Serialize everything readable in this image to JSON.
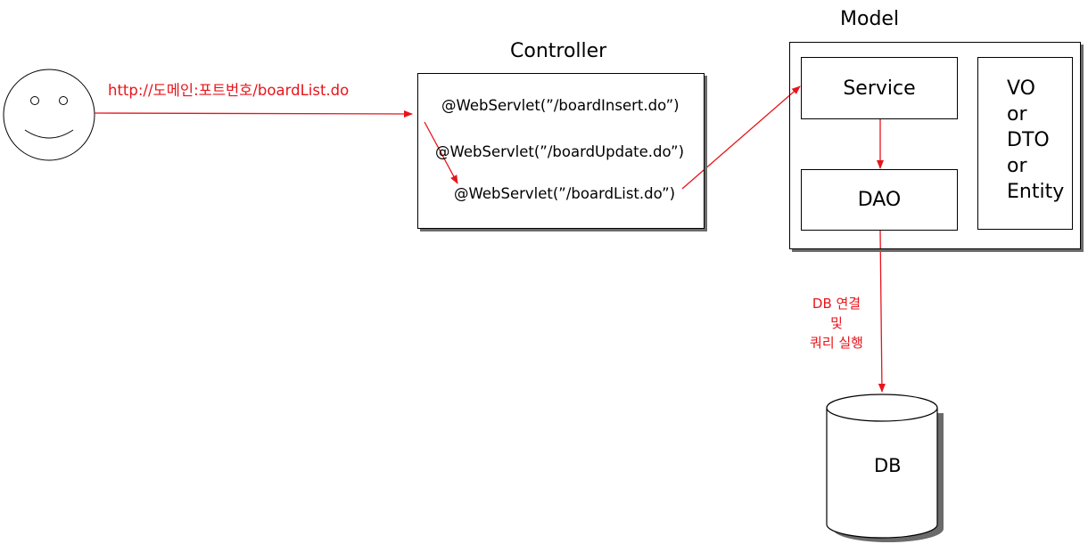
{
  "user": {
    "request_url": "http://도메인:포트번호/boardList.do"
  },
  "controller": {
    "title": "Controller",
    "servlets": [
      "@WebServlet(”/boardInsert.do”)",
      "@WebServlet(”/boardUpdate.do”)",
      "@WebServlet(”/boardList.do”)"
    ]
  },
  "model": {
    "title": "Model",
    "service": "Service",
    "dao": "DAO",
    "vo_lines": [
      "VO",
      "or",
      "DTO",
      "or",
      "Entity"
    ]
  },
  "db_note": [
    "DB 연결",
    "및",
    "쿼리 실행"
  ],
  "database": {
    "label": "DB"
  },
  "colors": {
    "arrow": "#e8141b",
    "outline": "#000000",
    "shadow": "#6b6b6b"
  }
}
